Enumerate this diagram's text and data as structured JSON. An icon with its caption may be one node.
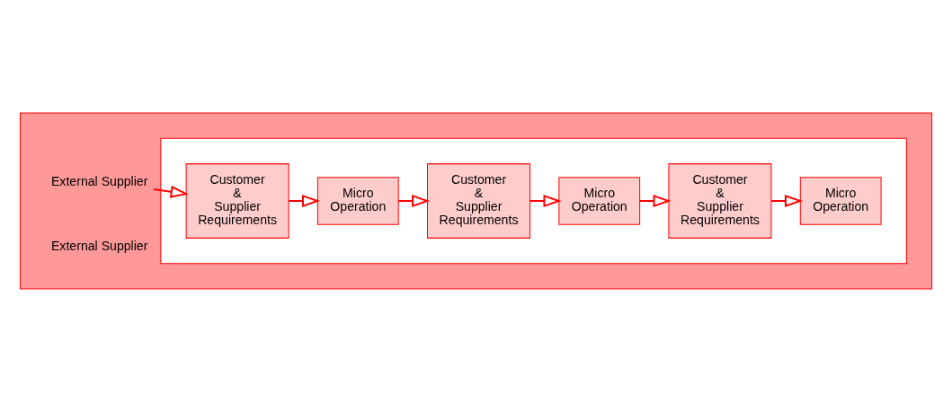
{
  "diagram": {
    "nodes": [
      {
        "text": [],
        "shape": "box"
      },
      {
        "text": [
          "External Supplier"
        ],
        "in": 0
      },
      {
        "text": [],
        "shape": "box",
        "in": 0
      },
      {
        "text": [
          "Customer & Supplier Requirements"
        ],
        "in": 2
      },
      {
        "text": [
          "Micro Operation"
        ],
        "in": 2
      },
      {
        "text": [
          "Customer & Supplier Requirements"
        ],
        "in": 2
      },
      {
        "text": [
          "Micro Operation"
        ],
        "in": 2
      },
      {
        "text": [
          "Customer & Supplier Requirements"
        ],
        "in": 2
      },
      {
        "text": [
          "Micro Operation"
        ],
        "in": 2
      },
      {
        "text": [
          "External Supplier"
        ],
        "in": 0
      }
    ],
    "edges": [
      {
        "from": 1,
        "to": 3,
        "arrow": "to"
      },
      {
        "from": 3,
        "to": 4,
        "arrow": "to"
      },
      {
        "from": 4,
        "to": 5,
        "arrow": "to"
      },
      {
        "from": 5,
        "to": 6,
        "arrow": "to"
      },
      {
        "from": 6,
        "to": 7,
        "arrow": "to"
      },
      {
        "from": 7,
        "to": 8,
        "arrow": "to"
      }
    ]
  }
}
